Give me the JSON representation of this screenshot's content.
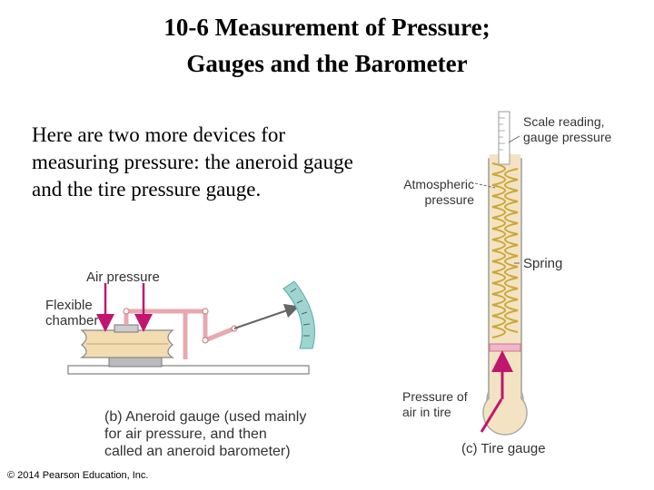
{
  "slide": {
    "title_line1": "10-6 Measurement of Pressure;",
    "title_line2": "Gauges and the Barometer",
    "body": "Here are two more devices for measuring pressure: the aneroid gauge and the tire pressure gauge.",
    "copyright": "© 2014 Pearson Education, Inc."
  },
  "aneroid_figure": {
    "air_pressure_label": "Air pressure",
    "flexible_label_line1": "Flexible",
    "flexible_label_line2": "chamber",
    "caption_line1": "(b) Aneroid gauge (used mainly",
    "caption_line2": "for air pressure, and then",
    "caption_line3": "called an aneroid barometer)"
  },
  "tire_figure": {
    "scale_label_line1": "Scale reading,",
    "scale_label_line2": "gauge pressure",
    "atmospheric_label_line1": "Atmospheric",
    "atmospheric_label_line2": "pressure",
    "spring_label": "Spring",
    "tire_label_line1": "Pressure of",
    "tire_label_line2": "air in tire",
    "caption": "(c) Tire gauge"
  },
  "colors": {
    "arrow": "#c0166f",
    "lever": "#e8a8b0",
    "chamber": "#f2dcb0",
    "dial": "#9fd4cf",
    "tube": "#f4e3c2",
    "spring": "#c9a73a"
  }
}
